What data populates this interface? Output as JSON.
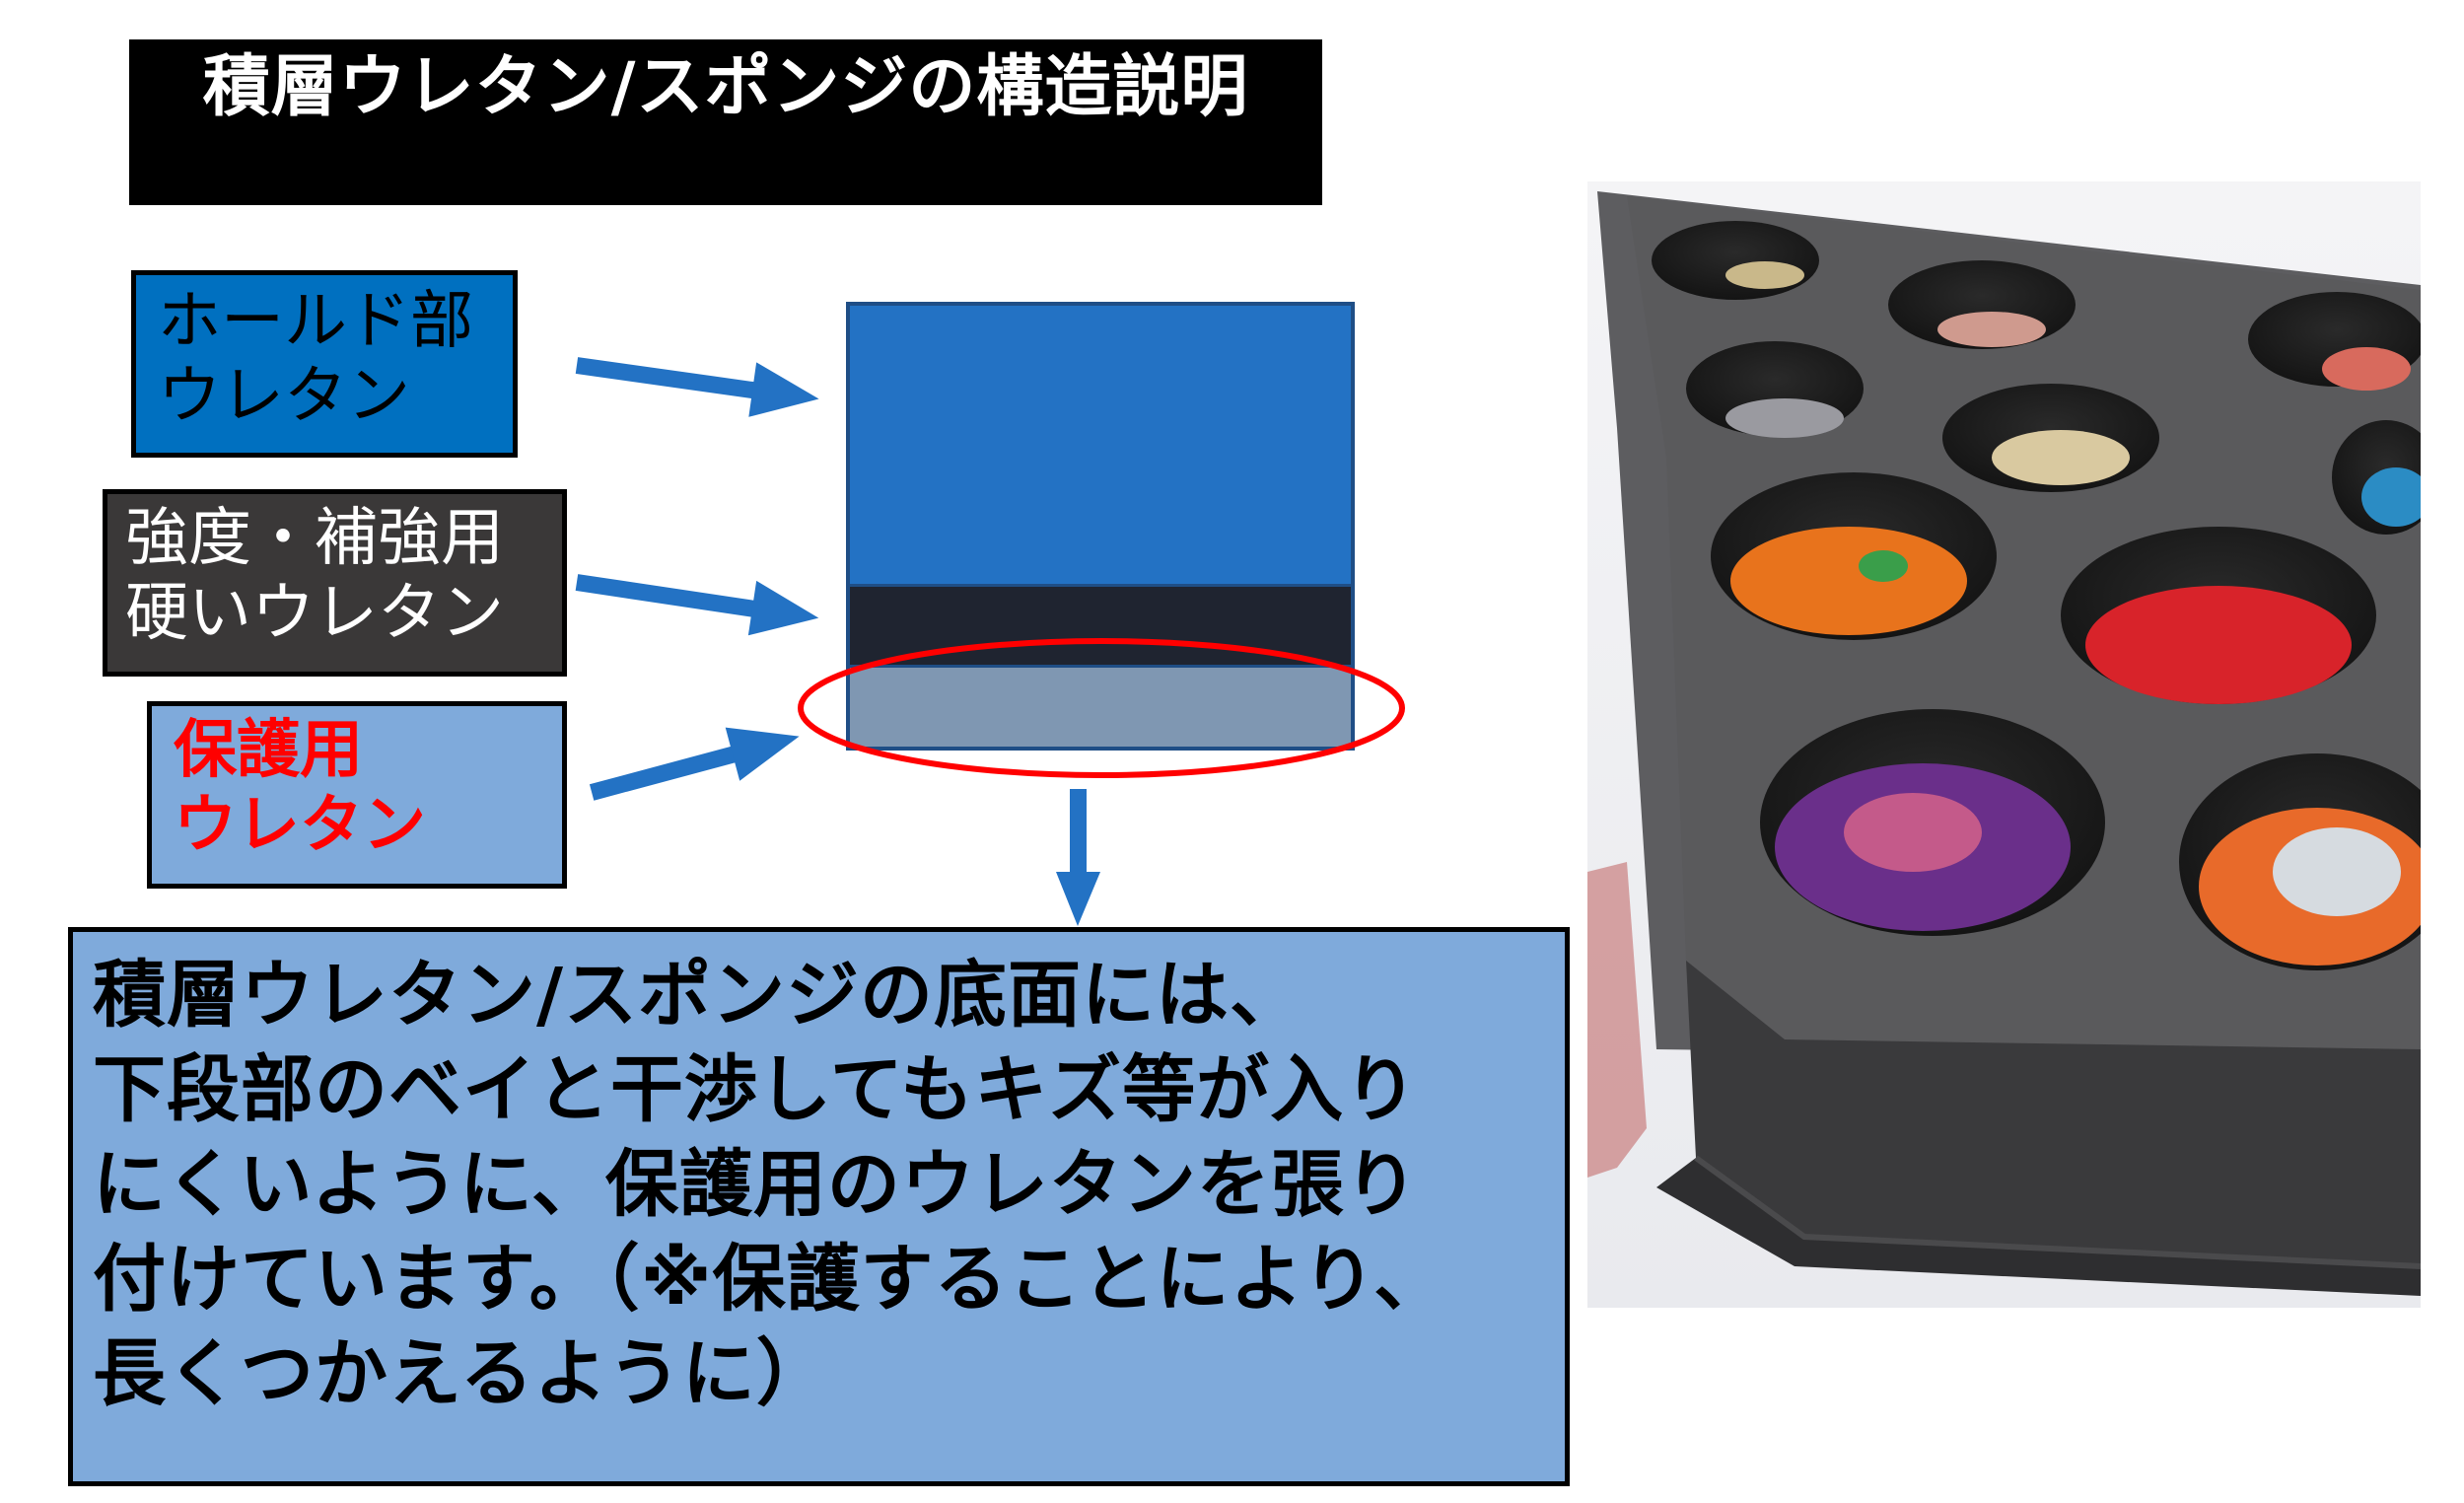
{
  "title": "積層ウレタン/スポンジの構造説明",
  "labels": {
    "hold": {
      "line1": "ホールド部",
      "line2": "ウレタン",
      "bg": "#0070c0",
      "text_color": "#000000"
    },
    "hard": {
      "line1": "強度・補強用",
      "line2": "硬いウレタン",
      "bg": "#3a3838",
      "text_color": "#ffffff"
    },
    "protect": {
      "line1": "保護用",
      "line2": "ウレタン",
      "bg": "#7faadb",
      "text_color": "#ff0000"
    }
  },
  "layers": [
    {
      "name": "hold-urethane",
      "color": "#2372c4"
    },
    {
      "name": "hard-urethane",
      "color": "#1f2430"
    },
    {
      "name": "protect-urethane",
      "color": "#7f97b2"
    }
  ],
  "highlight_color": "#ff0000",
  "arrow_color": "#2372c4",
  "description": {
    "lines": [
      "積層ウレタン/スポンジの底面には、",
      "下段部のベイと干渉してもキズ等が入り",
      "にくいように、保護用のウレタンを張り",
      "付けています。（※保護することにより、",
      "長くつかえるように）"
    ]
  },
  "photo": {
    "subject": "foam tray with spinning tops"
  }
}
